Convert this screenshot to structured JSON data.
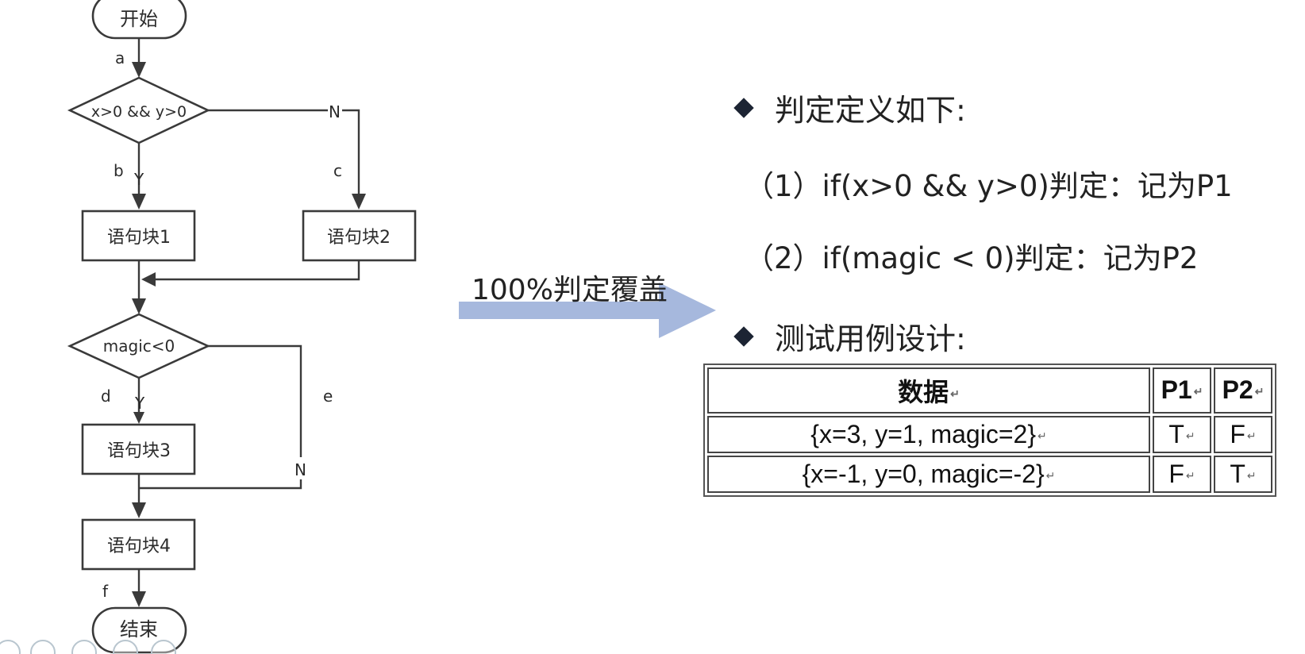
{
  "flowchart": {
    "start": "开始",
    "decision1": "x>0 && y>0",
    "block1": "语句块1",
    "block2": "语句块2",
    "decision2": "magic<0",
    "block3": "语句块3",
    "block4": "语句块4",
    "end": "结束",
    "edge_labels": {
      "a": "a",
      "b": "b",
      "c": "c",
      "d": "d",
      "e": "e",
      "f": "f"
    },
    "branch_labels": {
      "d1_yes": "Y",
      "d1_no": "N",
      "d2_yes": "Y",
      "d2_no": "N"
    }
  },
  "transition": {
    "label": "100%判定覆盖",
    "arrow_color": "#a6b8dd"
  },
  "definitions": {
    "heading": "判定定义如下:",
    "items": [
      "（1）if(x>0 && y>0)判定：记为P1",
      "（2）if(magic < 0)判定：记为P2"
    ]
  },
  "test_design": {
    "heading": "测试用例设计:",
    "columns": [
      "数据",
      "P1",
      "P2"
    ],
    "rows": [
      {
        "data": "{x=3, y=1, magic=2}",
        "p1": "T",
        "p2": "F"
      },
      {
        "data": "{x=-1, y=0, magic=-2}",
        "p1": "F",
        "p2": "T"
      }
    ],
    "cell_mark": "↵"
  },
  "colors": {
    "text": "#222222",
    "line": "#3a3a3a",
    "bullet": "#1c2433"
  }
}
